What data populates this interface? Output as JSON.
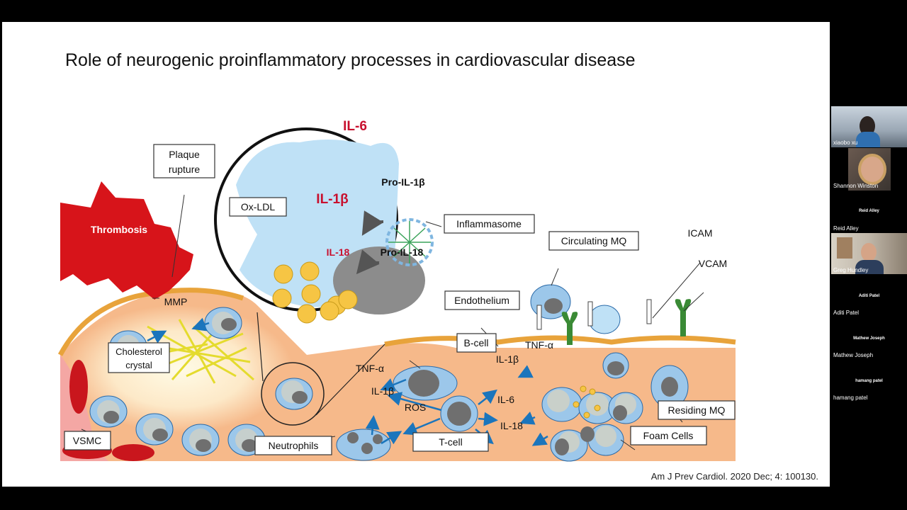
{
  "slide": {
    "title": "Role of neurogenic proinflammatory processes in cardiovascular disease",
    "citation": "Am J Prev Cardiol. 2020 Dec; 4: 100130."
  },
  "figure": {
    "plaque_rupture": "Plaque",
    "plaque_rupture_2": "rupture",
    "thrombosis": "Thrombosis",
    "il6_top": "IL-6",
    "il1b_top": "IL-1β",
    "il18_top": "IL-18",
    "pro_il1b": "Pro-IL-1β",
    "pro_il18": "Pro-IL-18",
    "inflammasome": "Inflammasome",
    "ox_ldl": "Ox-LDL",
    "circulating_mq": "Circulating MQ",
    "icam": "ICAM",
    "vcam": "VCAM",
    "mmp": "MMP",
    "endothelium": "Endothelium",
    "cholesterol": "Cholesterol",
    "crystal": "crystal",
    "b_cell": "B-cell",
    "tnf_left": "TNF-α",
    "tnf_right": "TNF-α",
    "il1b_left": "IL-1β",
    "il1b_right": "IL-1β",
    "ros": "ROS",
    "il6": "IL-6",
    "il18": "IL-18",
    "residing_mq": "Residing MQ",
    "vsmc": "VSMC",
    "neutrophils": "Neutrophils",
    "t_cell": "T-cell",
    "foam_cells": "Foam Cells"
  },
  "participants": [
    {
      "name": "xiaobo xu",
      "video": true
    },
    {
      "name": "Shannon Winston",
      "video": true
    },
    {
      "name": "Reid Alley",
      "video": false
    },
    {
      "name": "Greg Hundley",
      "video": true
    },
    {
      "name": "Aditi Patel",
      "video": false
    },
    {
      "name": "Mathew Joseph",
      "video": false
    },
    {
      "name": "hamang patel",
      "video": false
    }
  ]
}
